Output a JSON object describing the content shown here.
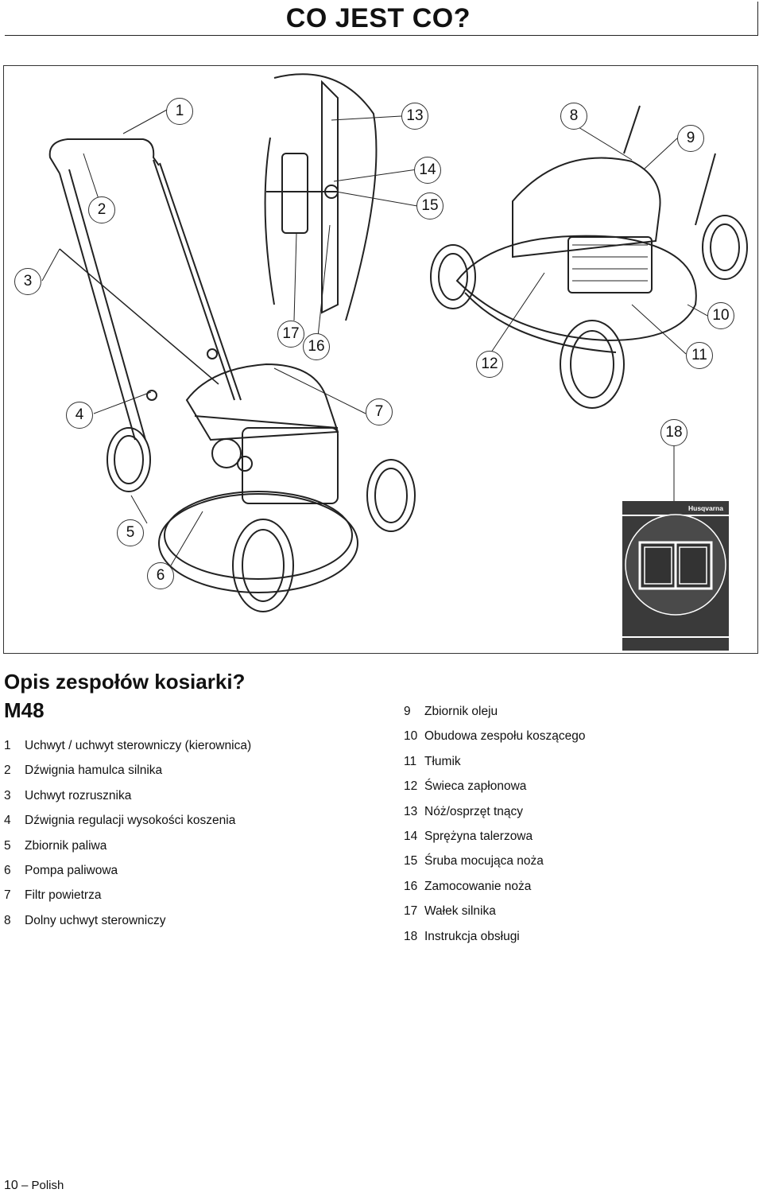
{
  "header": {
    "title": "CO JEST CO?"
  },
  "figure": {
    "callouts": [
      "1",
      "2",
      "3",
      "4",
      "5",
      "6",
      "7",
      "8",
      "9",
      "10",
      "11",
      "12",
      "13",
      "14",
      "15",
      "16",
      "17",
      "18"
    ],
    "manual_brand": "Husqvarna"
  },
  "section": {
    "title": "Opis zespołów kosiarki?",
    "model": "M48"
  },
  "parts_left": [
    {
      "num": "1",
      "label": "Uchwyt / uchwyt sterowniczy (kierownica)"
    },
    {
      "num": "2",
      "label": "Dźwignia hamulca silnika"
    },
    {
      "num": "3",
      "label": "Uchwyt rozrusznika"
    },
    {
      "num": "4",
      "label": "Dźwignia regulacji wysokości koszenia"
    },
    {
      "num": "5",
      "label": "Zbiornik paliwa"
    },
    {
      "num": "6",
      "label": "Pompa paliwowa"
    },
    {
      "num": "7",
      "label": "Filtr powietrza"
    },
    {
      "num": "8",
      "label": "Dolny uchwyt sterowniczy"
    }
  ],
  "parts_right": [
    {
      "num": "9",
      "label": "Zbiornik oleju"
    },
    {
      "num": "10",
      "label": "Obudowa zespołu koszącego"
    },
    {
      "num": "11",
      "label": "Tłumik"
    },
    {
      "num": "12",
      "label": "Świeca zapłonowa"
    },
    {
      "num": "13",
      "label": "Nóż/osprzęt tnący"
    },
    {
      "num": "14",
      "label": "Sprężyna talerzowa"
    },
    {
      "num": "15",
      "label": "Śruba mocująca noża"
    },
    {
      "num": "16",
      "label": "Zamocowanie noża"
    },
    {
      "num": "17",
      "label": "Wałek silnika"
    },
    {
      "num": "18",
      "label": "Instrukcja obsługi"
    }
  ],
  "footer": {
    "page": "10",
    "dash": "–",
    "language": "Polish"
  }
}
